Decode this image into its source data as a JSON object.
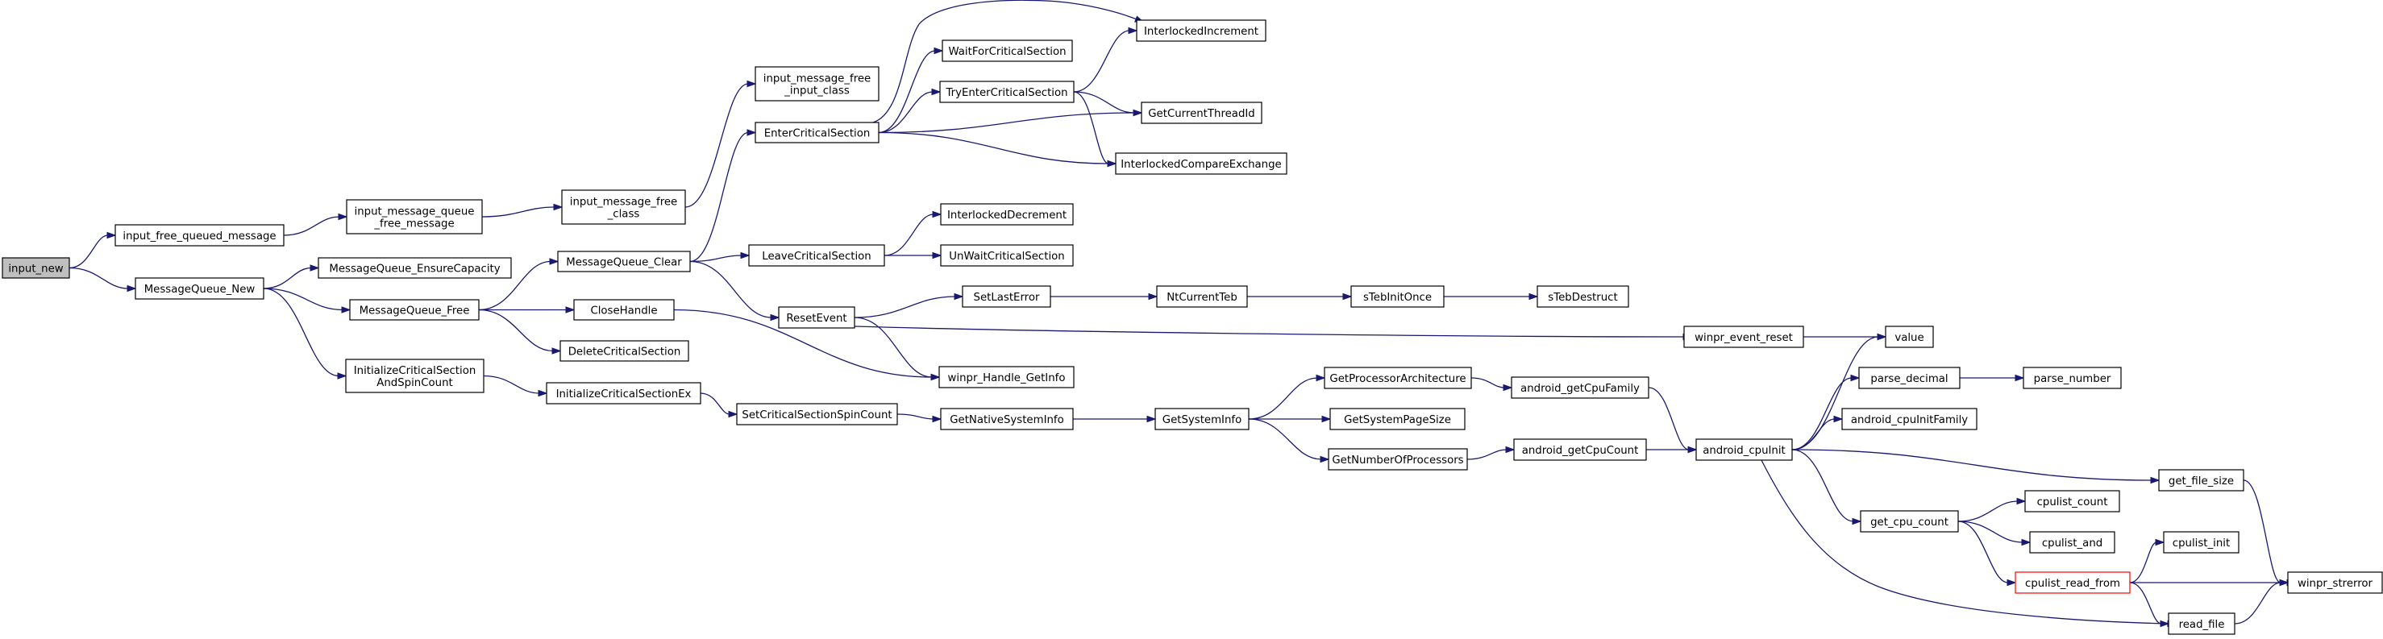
{
  "nodes": [
    {
      "id": "input_new",
      "lines": [
        "input_new"
      ],
      "root": true
    },
    {
      "id": "input_free_queued_message",
      "lines": [
        "input_free_queued_message"
      ]
    },
    {
      "id": "MessageQueue_New",
      "lines": [
        "MessageQueue_New"
      ]
    },
    {
      "id": "input_message_queue_free_message",
      "lines": [
        "input_message_queue",
        "_free_message"
      ]
    },
    {
      "id": "input_message_free_class",
      "lines": [
        "input_message_free",
        "_class"
      ]
    },
    {
      "id": "input_message_free_input_class",
      "lines": [
        "input_message_free",
        "_input_class"
      ]
    },
    {
      "id": "EnterCriticalSection",
      "lines": [
        "EnterCriticalSection"
      ]
    },
    {
      "id": "MessageQueue_EnsureCapacity",
      "lines": [
        "MessageQueue_EnsureCapacity"
      ]
    },
    {
      "id": "MessageQueue_Free",
      "lines": [
        "MessageQueue_Free"
      ]
    },
    {
      "id": "MessageQueue_Clear",
      "lines": [
        "MessageQueue_Clear"
      ]
    },
    {
      "id": "CloseHandle",
      "lines": [
        "CloseHandle"
      ]
    },
    {
      "id": "DeleteCriticalSection",
      "lines": [
        "DeleteCriticalSection"
      ]
    },
    {
      "id": "InitializeCriticalSectionAndSpinCount",
      "lines": [
        "InitializeCriticalSection",
        "AndSpinCount"
      ]
    },
    {
      "id": "InitializeCriticalSectionEx",
      "lines": [
        "InitializeCriticalSectionEx"
      ]
    },
    {
      "id": "SetCriticalSectionSpinCount",
      "lines": [
        "SetCriticalSectionSpinCount"
      ]
    },
    {
      "id": "LeaveCriticalSection",
      "lines": [
        "LeaveCriticalSection"
      ]
    },
    {
      "id": "ResetEvent",
      "lines": [
        "ResetEvent"
      ]
    },
    {
      "id": "WaitForCriticalSection",
      "lines": [
        "WaitForCriticalSection"
      ]
    },
    {
      "id": "TryEnterCriticalSection",
      "lines": [
        "TryEnterCriticalSection"
      ]
    },
    {
      "id": "InterlockedDecrement",
      "lines": [
        "InterlockedDecrement"
      ]
    },
    {
      "id": "UnWaitCriticalSection",
      "lines": [
        "UnWaitCriticalSection"
      ]
    },
    {
      "id": "SetLastError",
      "lines": [
        "SetLastError"
      ]
    },
    {
      "id": "winpr_Handle_GetInfo",
      "lines": [
        "winpr_Handle_GetInfo"
      ]
    },
    {
      "id": "GetNativeSystemInfo",
      "lines": [
        "GetNativeSystemInfo"
      ]
    },
    {
      "id": "InterlockedIncrement",
      "lines": [
        "InterlockedIncrement"
      ]
    },
    {
      "id": "GetCurrentThreadId",
      "lines": [
        "GetCurrentThreadId"
      ]
    },
    {
      "id": "InterlockedCompareExchange",
      "lines": [
        "InterlockedCompareExchange"
      ]
    },
    {
      "id": "NtCurrentTeb",
      "lines": [
        "NtCurrentTeb"
      ]
    },
    {
      "id": "sTebInitOnce",
      "lines": [
        "sTebInitOnce"
      ]
    },
    {
      "id": "sTebDestruct",
      "lines": [
        "sTebDestruct"
      ]
    },
    {
      "id": "GetSystemInfo",
      "lines": [
        "GetSystemInfo"
      ]
    },
    {
      "id": "GetProcessorArchitecture",
      "lines": [
        "GetProcessorArchitecture"
      ]
    },
    {
      "id": "GetSystemPageSize",
      "lines": [
        "GetSystemPageSize"
      ]
    },
    {
      "id": "GetNumberOfProcessors",
      "lines": [
        "GetNumberOfProcessors"
      ]
    },
    {
      "id": "android_getCpuFamily",
      "lines": [
        "android_getCpuFamily"
      ]
    },
    {
      "id": "android_getCpuCount",
      "lines": [
        "android_getCpuCount"
      ]
    },
    {
      "id": "winpr_event_reset",
      "lines": [
        "winpr_event_reset"
      ]
    },
    {
      "id": "android_cpuInit",
      "lines": [
        "android_cpuInit"
      ]
    },
    {
      "id": "value",
      "lines": [
        "value"
      ]
    },
    {
      "id": "parse_decimal",
      "lines": [
        "parse_decimal"
      ]
    },
    {
      "id": "android_cpuInitFamily",
      "lines": [
        "android_cpuInitFamily"
      ]
    },
    {
      "id": "get_cpu_count",
      "lines": [
        "get_cpu_count"
      ]
    },
    {
      "id": "parse_number",
      "lines": [
        "parse_number"
      ]
    },
    {
      "id": "get_file_size",
      "lines": [
        "get_file_size"
      ]
    },
    {
      "id": "cpulist_count",
      "lines": [
        "cpulist_count"
      ]
    },
    {
      "id": "cpulist_and",
      "lines": [
        "cpulist_and"
      ]
    },
    {
      "id": "cpulist_read_from",
      "lines": [
        "cpulist_read_from"
      ],
      "highlight": true
    },
    {
      "id": "cpulist_init",
      "lines": [
        "cpulist_init"
      ]
    },
    {
      "id": "winpr_strerror",
      "lines": [
        "winpr_strerror"
      ]
    },
    {
      "id": "read_file",
      "lines": [
        "read_file"
      ]
    }
  ],
  "edges": [
    [
      "input_new",
      "input_free_queued_message"
    ],
    [
      "input_new",
      "MessageQueue_New"
    ],
    [
      "input_free_queued_message",
      "input_message_queue_free_message"
    ],
    [
      "input_message_queue_free_message",
      "input_message_free_class"
    ],
    [
      "input_message_free_class",
      "input_message_free_input_class"
    ],
    [
      "MessageQueue_New",
      "MessageQueue_EnsureCapacity"
    ],
    [
      "MessageQueue_New",
      "MessageQueue_Free"
    ],
    [
      "MessageQueue_New",
      "InitializeCriticalSectionAndSpinCount"
    ],
    [
      "MessageQueue_Free",
      "MessageQueue_Clear"
    ],
    [
      "MessageQueue_Free",
      "CloseHandle"
    ],
    [
      "MessageQueue_Free",
      "DeleteCriticalSection"
    ],
    [
      "MessageQueue_Clear",
      "EnterCriticalSection"
    ],
    [
      "MessageQueue_Clear",
      "LeaveCriticalSection"
    ],
    [
      "MessageQueue_Clear",
      "ResetEvent"
    ],
    [
      "CloseHandle",
      "winpr_Handle_GetInfo"
    ],
    [
      "InitializeCriticalSectionAndSpinCount",
      "InitializeCriticalSectionEx"
    ],
    [
      "InitializeCriticalSectionEx",
      "SetCriticalSectionSpinCount"
    ],
    [
      "SetCriticalSectionSpinCount",
      "GetNativeSystemInfo"
    ],
    [
      "GetNativeSystemInfo",
      "GetSystemInfo"
    ],
    [
      "GetSystemInfo",
      "GetProcessorArchitecture"
    ],
    [
      "GetSystemInfo",
      "GetSystemPageSize"
    ],
    [
      "GetSystemInfo",
      "GetNumberOfProcessors"
    ],
    [
      "GetProcessorArchitecture",
      "android_getCpuFamily"
    ],
    [
      "GetNumberOfProcessors",
      "android_getCpuCount"
    ],
    [
      "android_getCpuFamily",
      "android_cpuInit"
    ],
    [
      "android_getCpuCount",
      "android_cpuInit"
    ],
    [
      "EnterCriticalSection",
      "InterlockedIncrement"
    ],
    [
      "EnterCriticalSection",
      "WaitForCriticalSection"
    ],
    [
      "EnterCriticalSection",
      "TryEnterCriticalSection"
    ],
    [
      "EnterCriticalSection",
      "GetCurrentThreadId"
    ],
    [
      "EnterCriticalSection",
      "InterlockedCompareExchange"
    ],
    [
      "TryEnterCriticalSection",
      "InterlockedIncrement"
    ],
    [
      "TryEnterCriticalSection",
      "GetCurrentThreadId"
    ],
    [
      "TryEnterCriticalSection",
      "InterlockedCompareExchange"
    ],
    [
      "LeaveCriticalSection",
      "InterlockedDecrement"
    ],
    [
      "LeaveCriticalSection",
      "UnWaitCriticalSection"
    ],
    [
      "ResetEvent",
      "SetLastError"
    ],
    [
      "ResetEvent",
      "winpr_event_reset"
    ],
    [
      "ResetEvent",
      "winpr_Handle_GetInfo"
    ],
    [
      "SetLastError",
      "NtCurrentTeb"
    ],
    [
      "NtCurrentTeb",
      "sTebInitOnce"
    ],
    [
      "sTebInitOnce",
      "sTebDestruct"
    ],
    [
      "winpr_event_reset",
      "value"
    ],
    [
      "android_cpuInit",
      "value"
    ],
    [
      "android_cpuInit",
      "parse_decimal"
    ],
    [
      "android_cpuInit",
      "android_cpuInitFamily"
    ],
    [
      "android_cpuInit",
      "get_file_size"
    ],
    [
      "android_cpuInit",
      "get_cpu_count"
    ],
    [
      "android_cpuInit",
      "read_file"
    ],
    [
      "parse_decimal",
      "parse_number"
    ],
    [
      "get_file_size",
      "winpr_strerror"
    ],
    [
      "get_cpu_count",
      "cpulist_count"
    ],
    [
      "get_cpu_count",
      "cpulist_and"
    ],
    [
      "get_cpu_count",
      "cpulist_read_from"
    ],
    [
      "cpulist_read_from",
      "cpulist_init"
    ],
    [
      "cpulist_read_from",
      "winpr_strerror"
    ],
    [
      "cpulist_read_from",
      "read_file"
    ],
    [
      "read_file",
      "winpr_strerror"
    ]
  ],
  "colors": {
    "edge": "#191970",
    "root_fill": "#bfbfbf",
    "highlight_border": "#ff0000",
    "node_border": "#000000"
  }
}
